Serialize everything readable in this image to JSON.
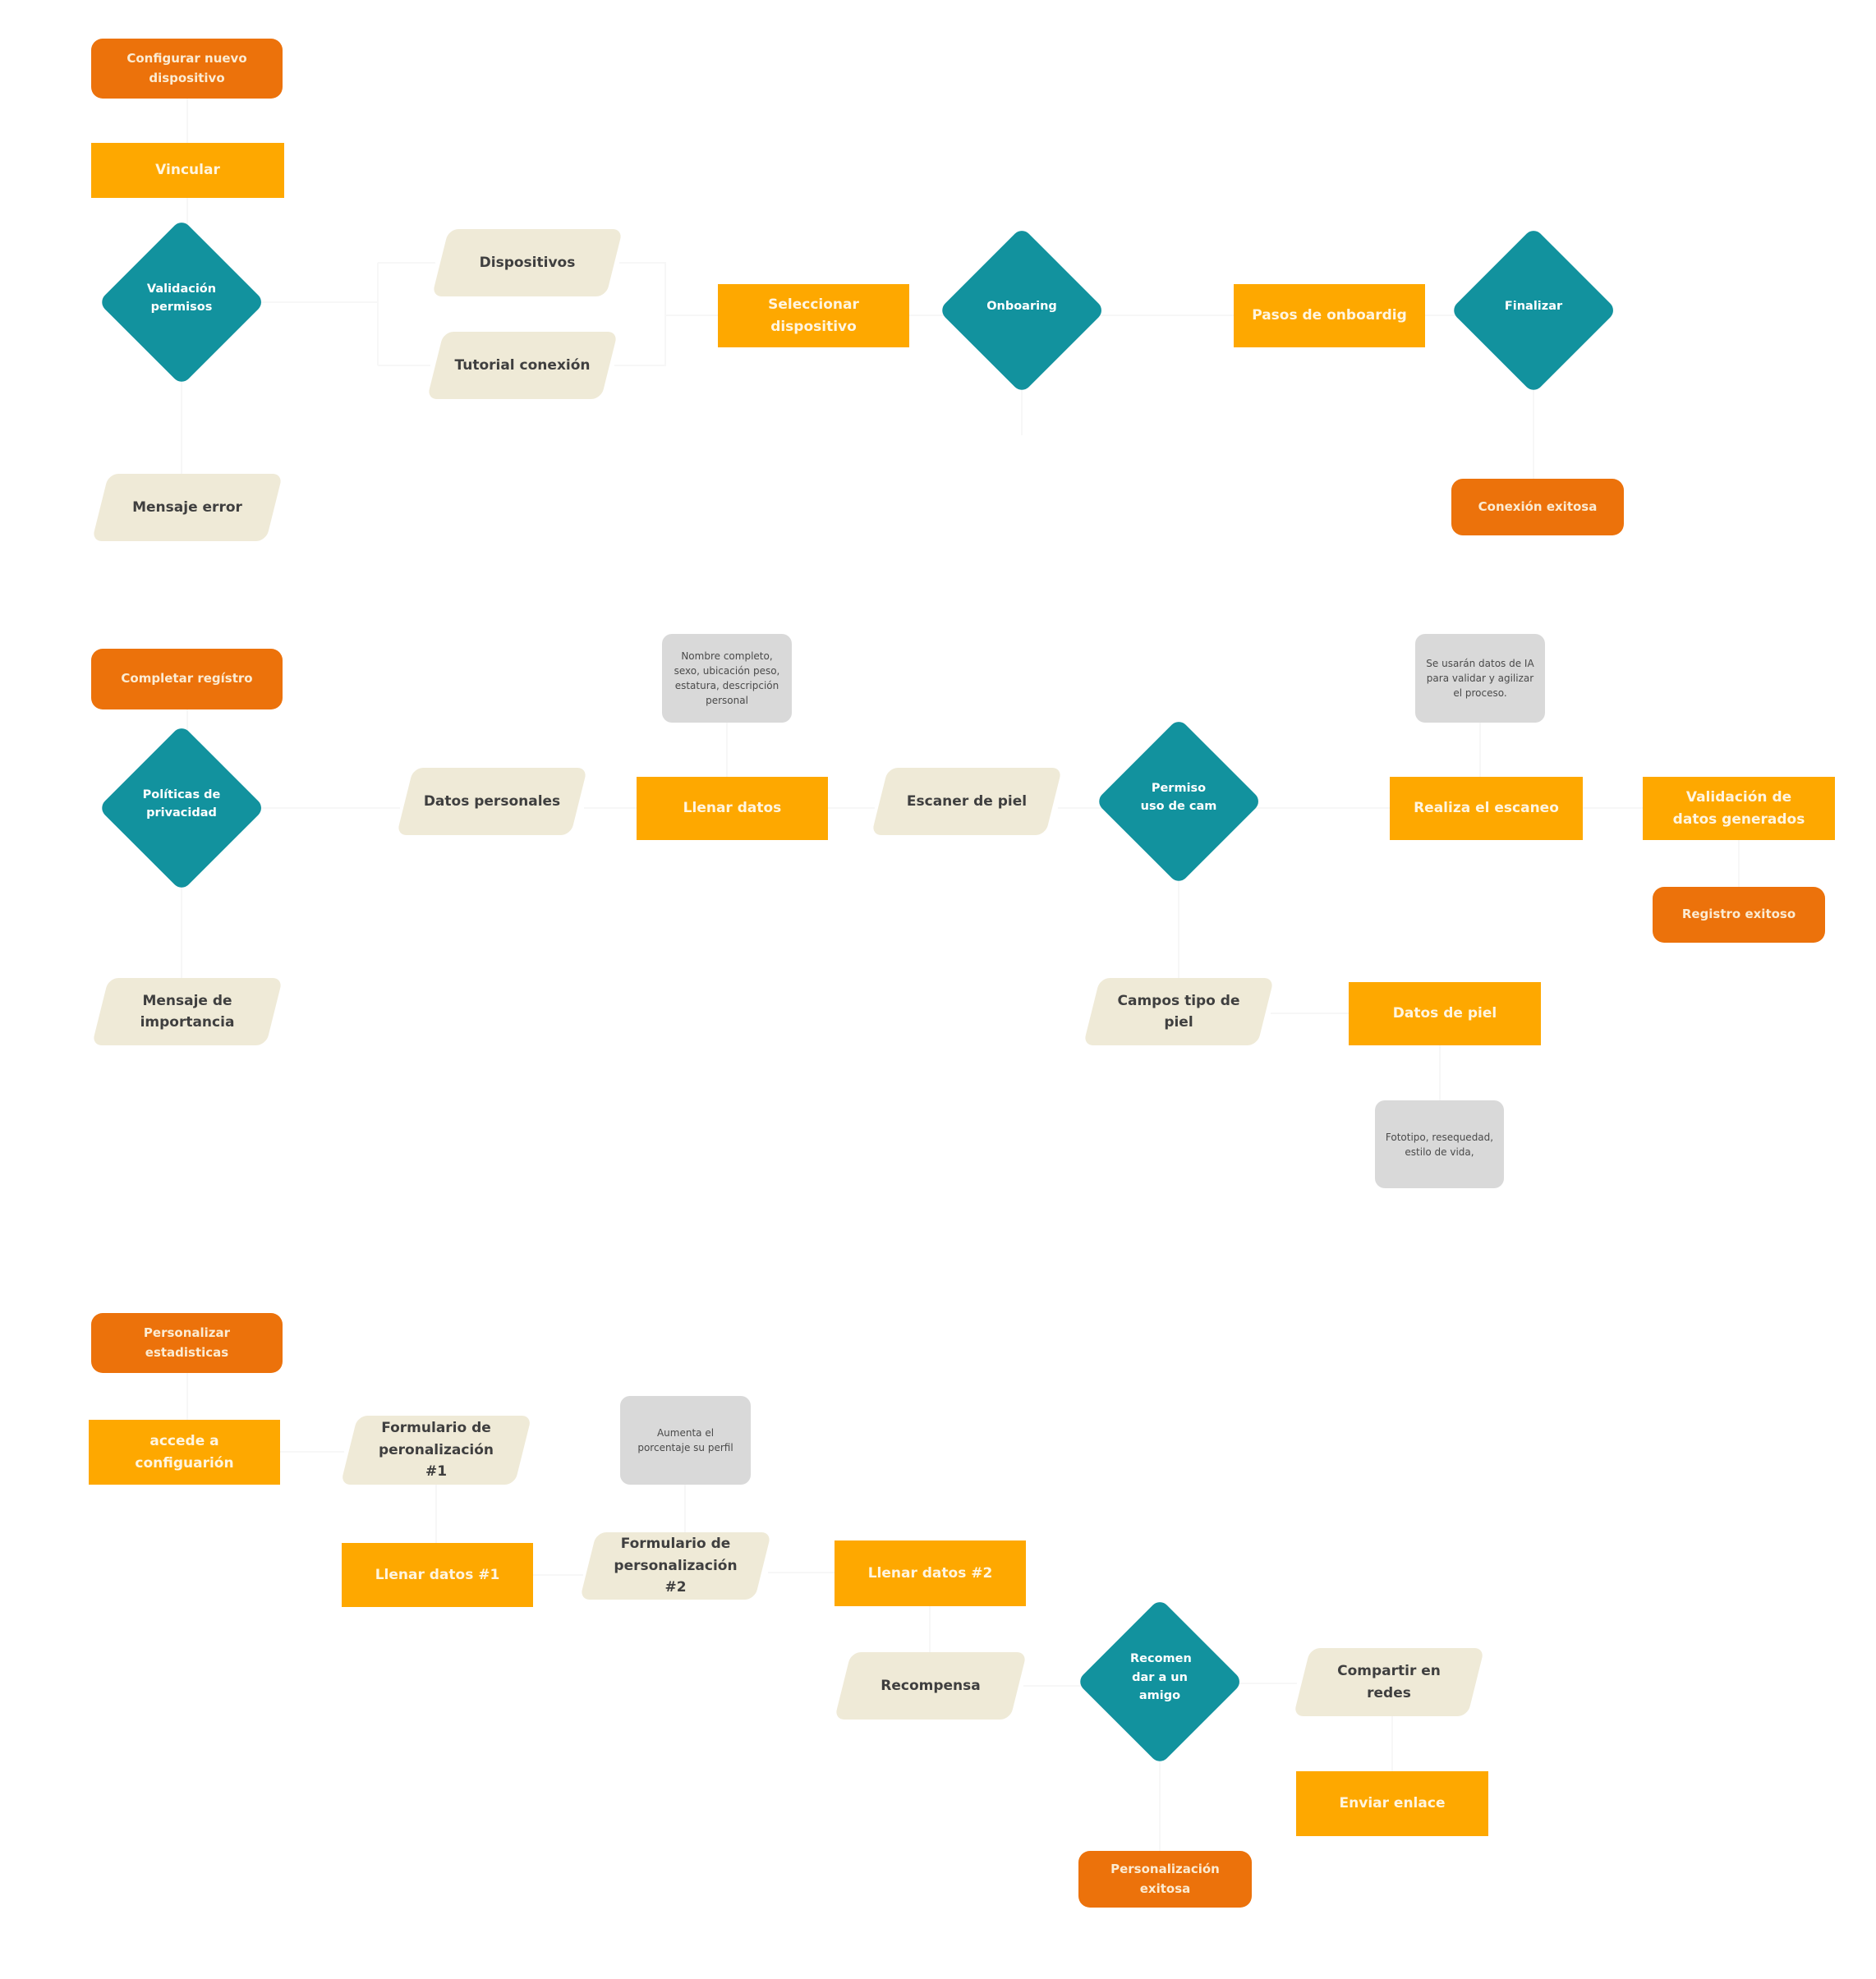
{
  "diagram": {
    "colors": {
      "terminal": "#EC720B",
      "process": "#FEA800",
      "io": "#EFEAD7",
      "decision": "#12929E",
      "note": "#D9D9D9",
      "background": "#FFFFFF"
    },
    "flow1": {
      "start": "Configurar nuevo dispositivo",
      "vincular": "Vincular",
      "validacion_permisos": "Validación permisos",
      "dispositivos": "Dispositivos",
      "tutorial_conexion": "Tutorial conexión",
      "seleccionar_dispositivo": "Seleccionar dispositivo",
      "onboaring": "Onboaring",
      "pasos_onboardig": "Pasos de onboardig",
      "finalizar": "Finalizar",
      "conexion_exitosa": "Conexión exitosa",
      "mensaje_error": "Mensaje error"
    },
    "flow2": {
      "start": "Completar regístro",
      "politicas": "Políticas de privacidad",
      "mensaje_importancia": "Mensaje de importancia",
      "datos_personales": "Datos personales",
      "note_datos": "Nombre completo, sexo, ubicación peso, estatura, descripción personal",
      "llenar_datos": "Llenar datos",
      "escaner_piel": "Escaner de piel",
      "permiso_cam": "Permiso uso de cam",
      "note_ia": "Se usarán datos de IA para validar y agilizar el proceso.",
      "realiza_escaneo": "Realiza el escaneo",
      "validacion_datos": "Validación de datos generados",
      "registro_exitoso": "Registro exitoso",
      "campos_tipo_piel": "Campos tipo de piel",
      "datos_piel": "Datos de piel",
      "note_piel": "Fototipo, resequedad, estilo de vida,"
    },
    "flow3": {
      "start": "Personalizar estadisticas",
      "accede_config": "accede a configuarión",
      "formulario1": "Formulario de peronalización #1",
      "note_perfil": "Aumenta el porcentaje su perfil",
      "llenar1": "Llenar datos #1",
      "formulario2": "Formulario de personalización #2",
      "llenar2": "Llenar datos #2",
      "recompensa": "Recompensa",
      "recomendar": "Recomen dar a un amigo",
      "compartir": "Compartir en redes",
      "enviar_enlace": "Enviar enlace",
      "personalizacion_exitosa": "Personalización exitosa"
    }
  }
}
